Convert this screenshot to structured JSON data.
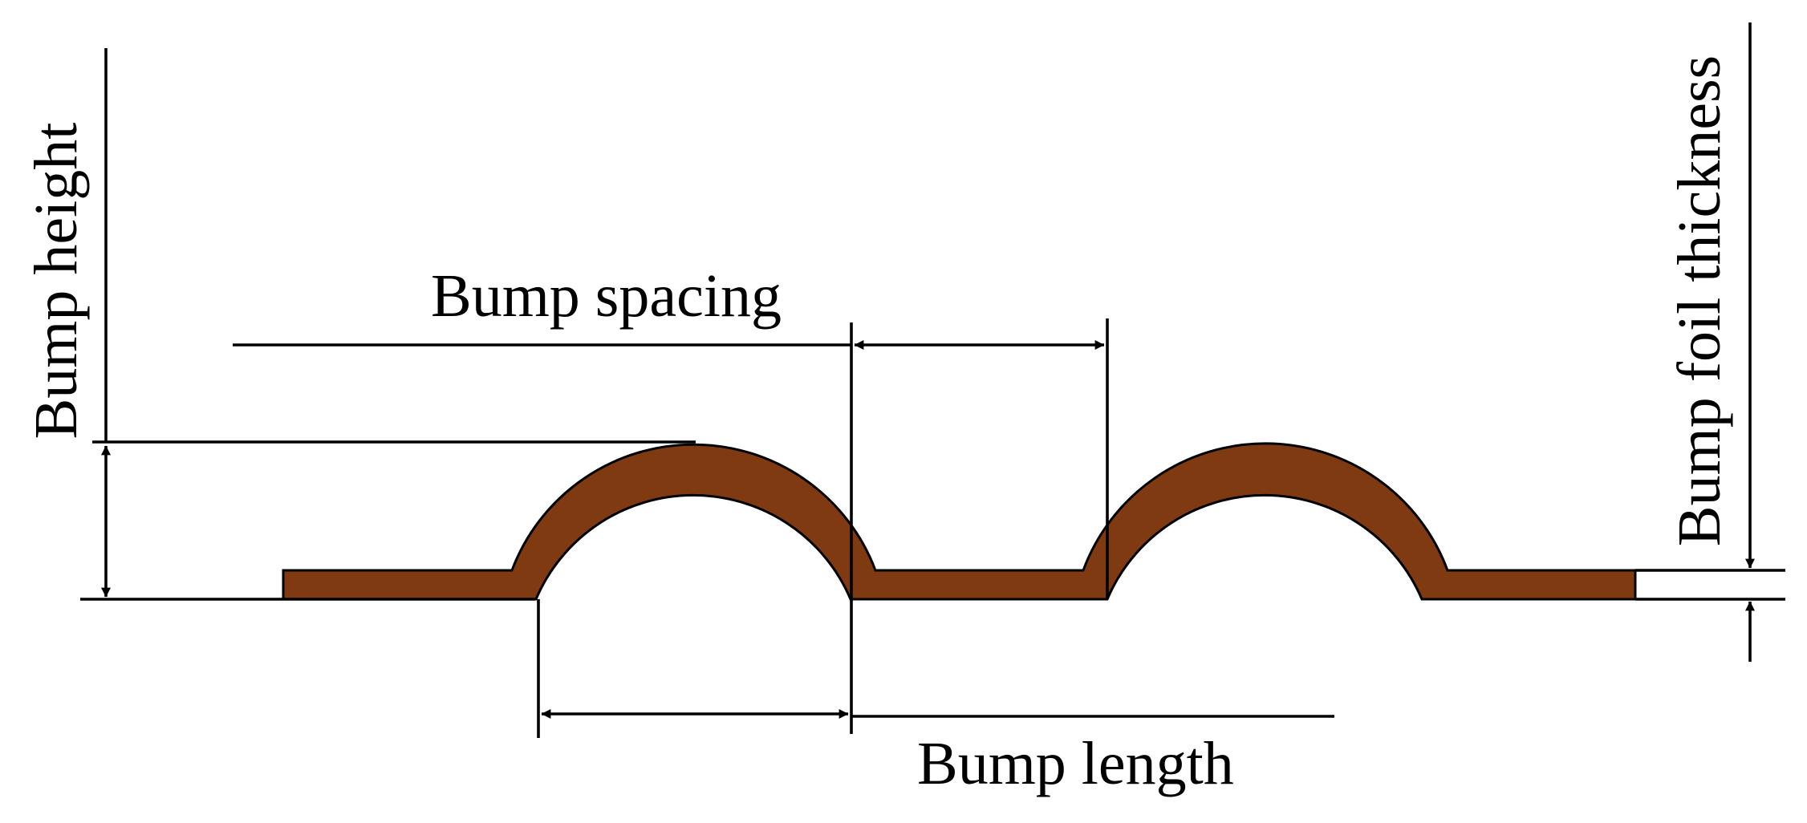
{
  "labels": {
    "bump_height": "Bump height",
    "bump_spacing": "Bump spacing",
    "bump_length": "Bump length",
    "bump_foil_thickness": "Bump foil thickness"
  },
  "colors": {
    "foil": "#7f3a12",
    "lines": "#000000",
    "background": "#ffffff"
  }
}
